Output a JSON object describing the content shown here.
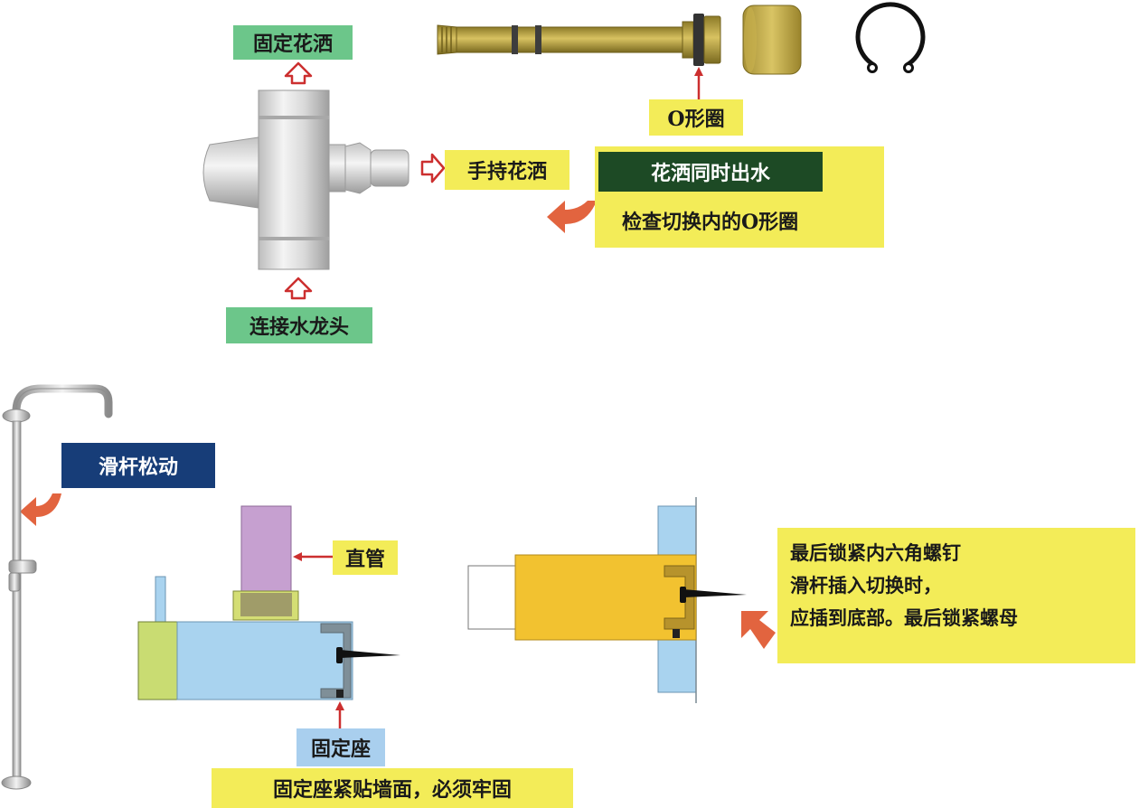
{
  "labels": {
    "fixed_shower": "固定花洒",
    "connect_faucet": "连接水龙头",
    "hand_shower": "手持花洒",
    "o_ring": "O形圈",
    "both_water": "花洒同时出水",
    "check_o_ring": "检查切换内的O形圈",
    "rod_loose": "滑杆松动",
    "straight_pipe": "直管",
    "fixed_seat": "固定座",
    "seat_tight": "固定座紧贴墙面，必须牢固"
  },
  "note": {
    "lines": [
      "最后锁紧内六角螺钉",
      "滑杆插入切换时，",
      "应插到底部。最后锁紧螺母"
    ]
  },
  "colors": {
    "green": "#6cc68a",
    "yellow": "#f3ec58",
    "dark_green": "#1d4a25",
    "navy": "#173d78",
    "red_arrow": "#cc2f2f",
    "curved_arrow": "#e2643f",
    "pipe_blue": "#a9d3ef",
    "seat_yellow": "#f2c230",
    "brass": "#b8a040",
    "purple": "#c6a0d0"
  }
}
